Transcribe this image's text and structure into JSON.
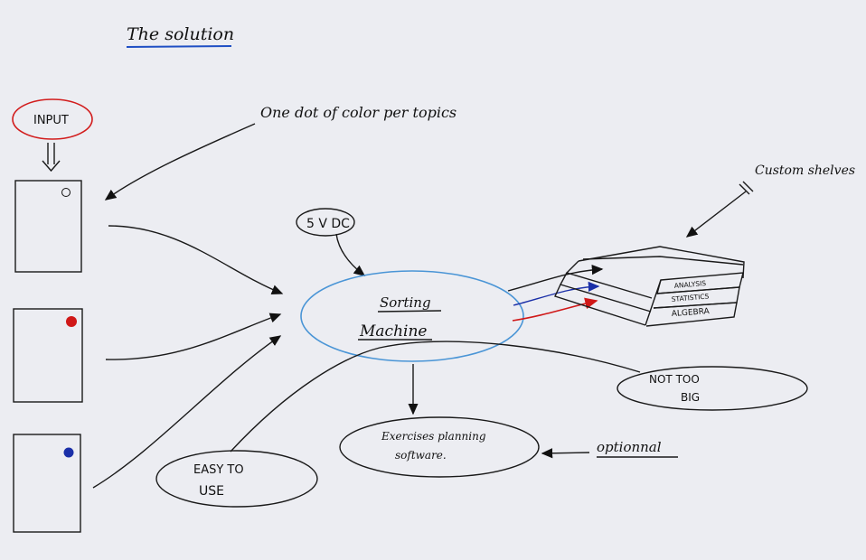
{
  "title": "The solution",
  "input_label": "INPUT",
  "topic_note": "One dot of color per topics",
  "power_label": "5 V DC",
  "machine": {
    "line1": "Sorting",
    "line2": "Machine"
  },
  "shelves_note": "Custom shelves",
  "shelves": [
    "ANALYSIS",
    "STATISTICS",
    "ALGEBRA"
  ],
  "size_note": {
    "line1": "NOT TOO",
    "line2": "BIG"
  },
  "ease_note": {
    "line1": "EASY TO",
    "line2": "USE"
  },
  "software": {
    "line1": "Exercises planning",
    "line2": "software."
  },
  "optional_note": "optionnal",
  "colors": {
    "title_underline": "#1f4fc4",
    "input_oval": "#d21d1d",
    "machine_oval": "#4a95d6",
    "red_dot": "#d01818",
    "blue_dot": "#1a2fa8",
    "paper": "#ecedf2"
  }
}
